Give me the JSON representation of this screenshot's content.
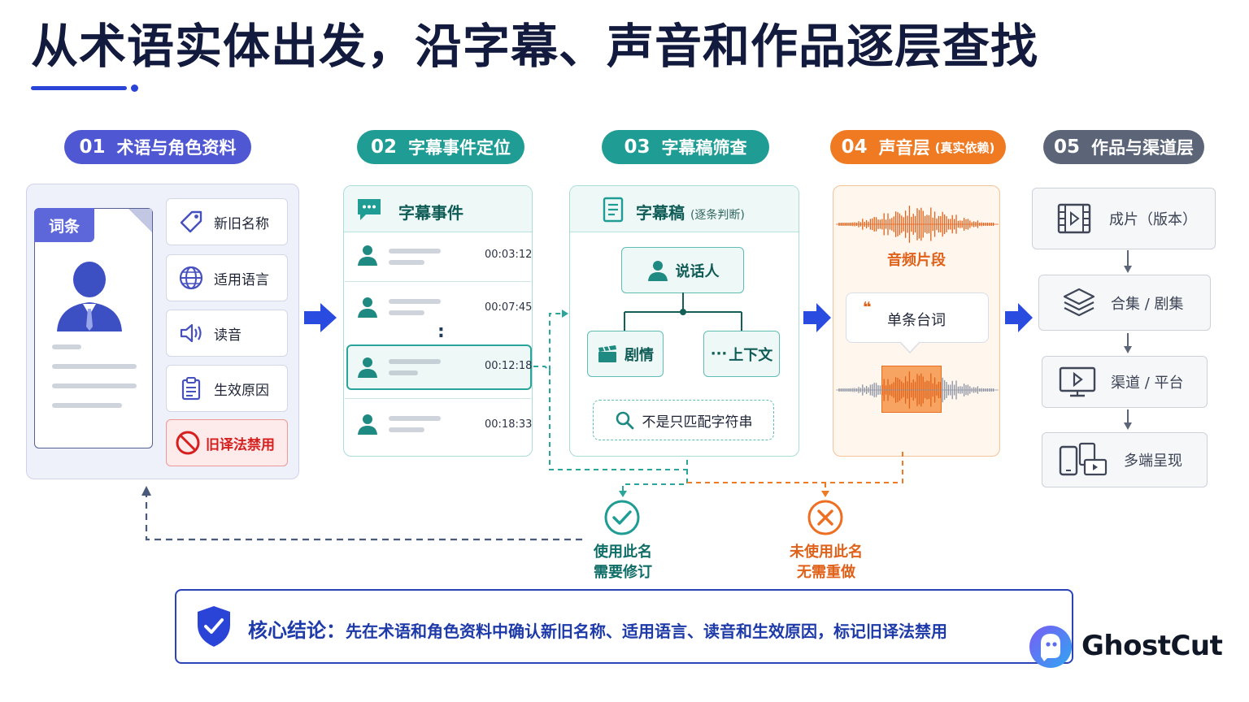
{
  "title": "从术语实体出发，沿字幕、声音和作品逐层查找",
  "colors": {
    "step1": "#4f57d2",
    "step2": "#1f9d94",
    "step3": "#1f9d94",
    "step4": "#ef7a22",
    "step5": "#5b6577",
    "arrow": "#2a4be0",
    "check": "#1f9d94",
    "cross": "#ee6e22"
  },
  "steps": [
    {
      "num": "01",
      "label": "术语与角色资料",
      "sub": ""
    },
    {
      "num": "02",
      "label": "字幕事件定位",
      "sub": ""
    },
    {
      "num": "03",
      "label": "字幕稿筛查",
      "sub": ""
    },
    {
      "num": "04",
      "label": "声音层",
      "sub": "(真实依赖)"
    },
    {
      "num": "05",
      "label": "作品与渠道层",
      "sub": ""
    }
  ],
  "entry": {
    "tag": "词条",
    "items": [
      {
        "label": "新旧名称",
        "icon": "tag-icon"
      },
      {
        "label": "适用语言",
        "icon": "globe-icon"
      },
      {
        "label": "读音",
        "icon": "speaker-icon"
      },
      {
        "label": "生效原因",
        "icon": "clipboard-icon"
      },
      {
        "label": "旧译法禁用",
        "icon": "ban-icon"
      }
    ]
  },
  "events": {
    "header": "字幕事件",
    "rows": [
      {
        "time": "00:03:12"
      },
      {
        "time": "00:07:45"
      },
      {
        "time": "00:12:18"
      },
      {
        "time": "00:18:33"
      }
    ],
    "ellipsis": ":"
  },
  "script": {
    "header": "字幕稿",
    "header_sub": "(逐条判断)",
    "speaker": "说话人",
    "plot": "剧情",
    "context": "上下文",
    "context_prefix": "···",
    "not_string": "不是只匹配字符串"
  },
  "audio": {
    "clip_label": "音频片段",
    "quote_mark": "❝",
    "line_label": "单条台词"
  },
  "works": {
    "items": [
      {
        "label": "成片（版本）",
        "icon": "film-icon"
      },
      {
        "label": "合集 / 剧集",
        "icon": "layers-icon"
      },
      {
        "label": "渠道 / 平台",
        "icon": "monitor-play-icon"
      },
      {
        "label": "多端呈现",
        "icon": "devices-icon"
      }
    ]
  },
  "outcomes": {
    "used": [
      "使用此名",
      "需要修订"
    ],
    "unused": [
      "未使用此名",
      "无需重做"
    ]
  },
  "conclusion": {
    "lead": "核心结论：",
    "text": "先在术语和角色资料中确认新旧名称、适用语言、读音和生效原因，标记旧译法禁用"
  },
  "brand": "GhostCut"
}
